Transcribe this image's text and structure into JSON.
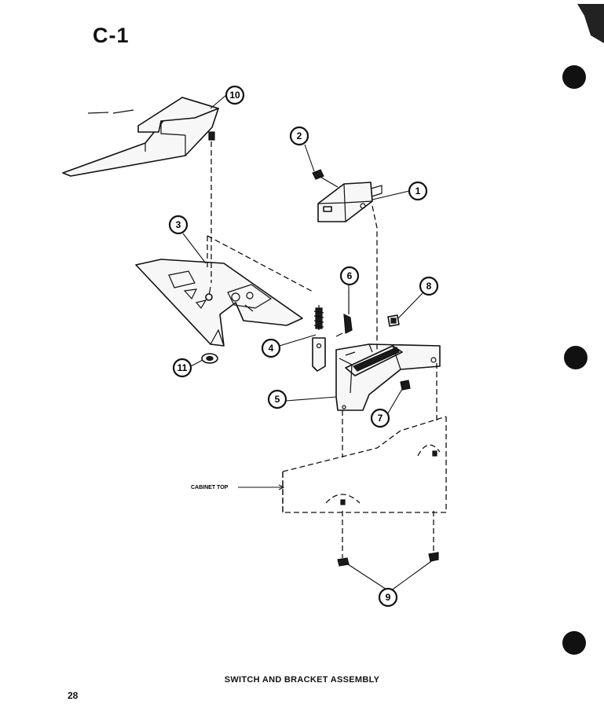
{
  "diagram": {
    "section_label": "C-1",
    "caption": "SWITCH AND BRACKET ASSEMBLY",
    "page_number": "28",
    "cabinet_label": "CABINET TOP",
    "callouts": [
      {
        "id": "callout-10",
        "label": "10"
      },
      {
        "id": "callout-2",
        "label": "2"
      },
      {
        "id": "callout-1",
        "label": "1"
      },
      {
        "id": "callout-3",
        "label": "3"
      },
      {
        "id": "callout-6",
        "label": "6"
      },
      {
        "id": "callout-8-top",
        "label": "8"
      },
      {
        "id": "callout-4",
        "label": "4"
      },
      {
        "id": "callout-11",
        "label": "11"
      },
      {
        "id": "callout-5",
        "label": "5"
      },
      {
        "id": "callout-7",
        "label": "7"
      },
      {
        "id": "callout-9",
        "label": "9"
      }
    ],
    "colors": {
      "ink": "#111111",
      "paper": "#ffffff"
    }
  }
}
